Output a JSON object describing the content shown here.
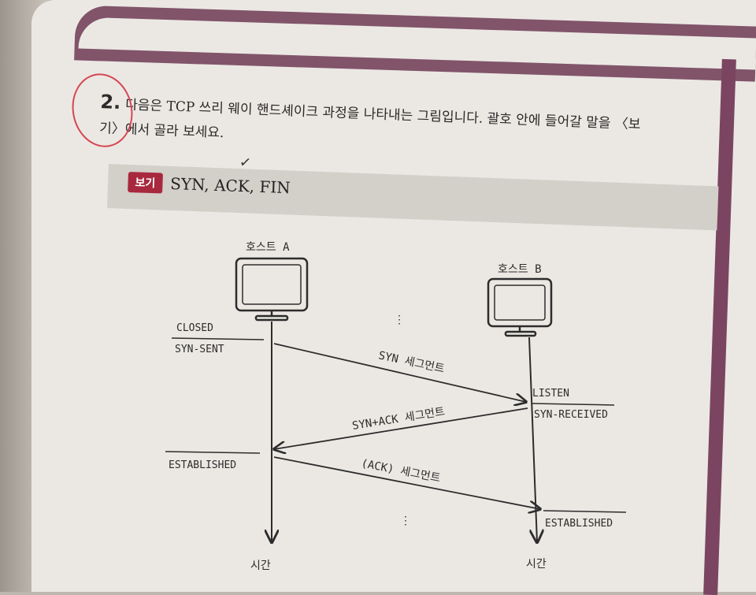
{
  "question": {
    "number": "2.",
    "line1": "다음은 TCP 쓰리 웨이 핸드셰이크 과정을 나타내는 그림입니다. 괄호 안에 들어갈 말을 〈보",
    "line2": "기〉에서 골라 보세요."
  },
  "bogi": {
    "label": "보기",
    "options": "SYN, ACK, FIN"
  },
  "diagram": {
    "host_a": "호스트 A",
    "host_b": "호스트 B",
    "states_a": [
      "CLOSED",
      "SYN-SENT",
      "ESTABLISHED"
    ],
    "states_b": [
      "LISTEN",
      "SYN-RECEIVED",
      "ESTABLISHED"
    ],
    "messages": [
      "SYN 세그먼트",
      "SYN+ACK 세그먼트",
      "(ACK) 세그먼트"
    ],
    "ellipsis": "⋮",
    "time_label": "시간"
  },
  "colors": {
    "accent_band": "#6e3a55",
    "label_red": "#a8283e",
    "circle_red": "#d64653"
  }
}
